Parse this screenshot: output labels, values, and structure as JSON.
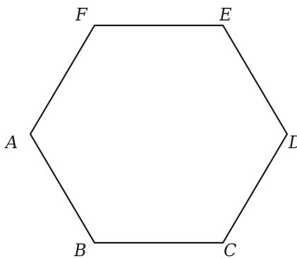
{
  "diagram": {
    "labels": {
      "a": "A",
      "b": "B",
      "c": "C",
      "d": "D",
      "e": "E",
      "f": "F"
    },
    "stroke_color": "#1a1a1a",
    "background": "#ffffff"
  }
}
